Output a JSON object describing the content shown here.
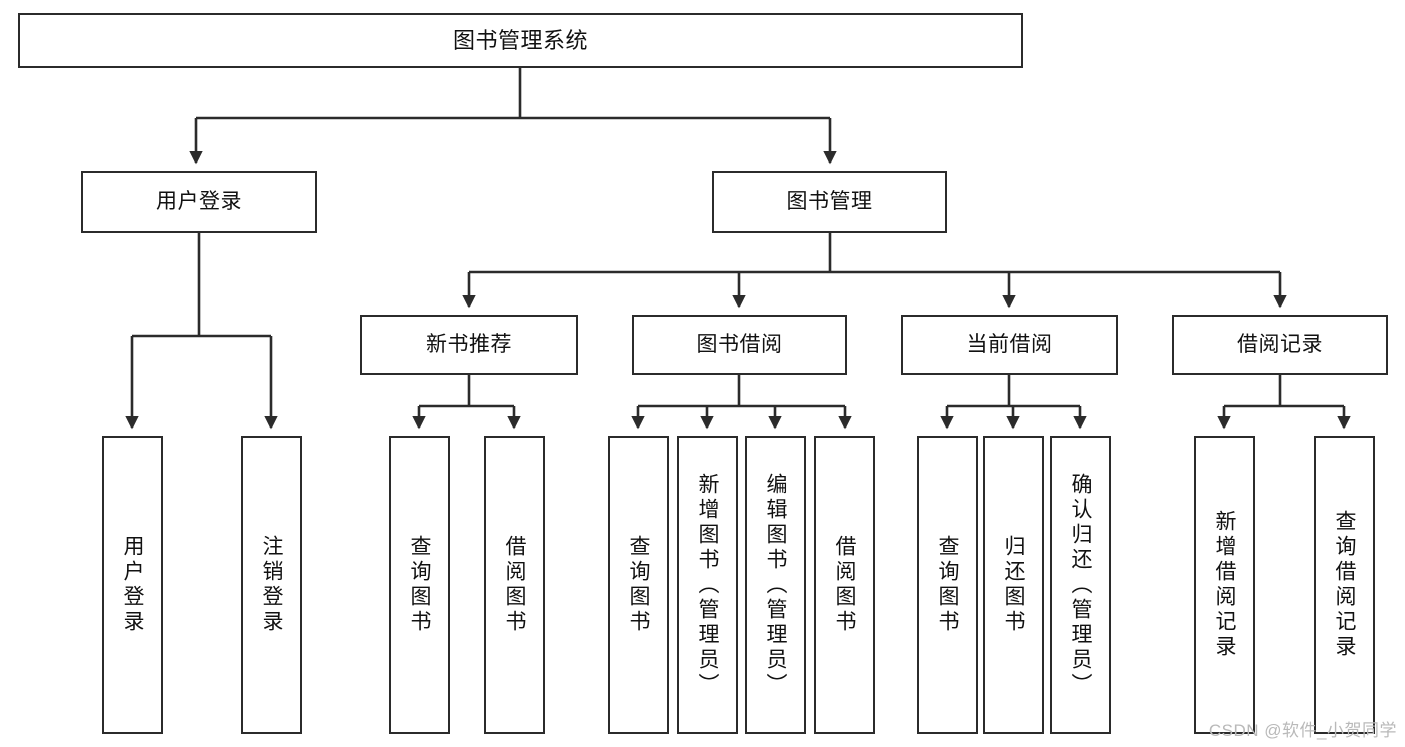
{
  "diagram": {
    "title": "图书管理系统",
    "watermark": "CSDN @软件_小贺同学",
    "colors": {
      "box_border": "#2b2b2b",
      "box_fill": "#ffffff",
      "edge": "#2b2b2b",
      "text": "#111111",
      "watermark": "#b9b9b9"
    },
    "nodes": {
      "root": {
        "label": "图书管理系统"
      },
      "level2": [
        {
          "label": "用户登录"
        },
        {
          "label": "图书管理"
        }
      ],
      "level3": [
        {
          "label": "新书推荐"
        },
        {
          "label": "图书借阅"
        },
        {
          "label": "当前借阅"
        },
        {
          "label": "借阅记录"
        }
      ],
      "leaves_user_login": [
        {
          "label": "用户登录"
        },
        {
          "label": "注销登录"
        }
      ],
      "leaves_new_book": [
        {
          "label": "查询图书"
        },
        {
          "label": "借阅图书"
        }
      ],
      "leaves_borrow": [
        {
          "label": "查询图书"
        },
        {
          "label": "新增图书（管理员）"
        },
        {
          "label": "编辑图书（管理员）"
        },
        {
          "label": "借阅图书"
        }
      ],
      "leaves_current": [
        {
          "label": "查询图书"
        },
        {
          "label": "归还图书"
        },
        {
          "label": "确认归还（管理员）"
        }
      ],
      "leaves_records": [
        {
          "label": "新增借阅记录"
        },
        {
          "label": "查询借阅记录"
        }
      ]
    }
  }
}
